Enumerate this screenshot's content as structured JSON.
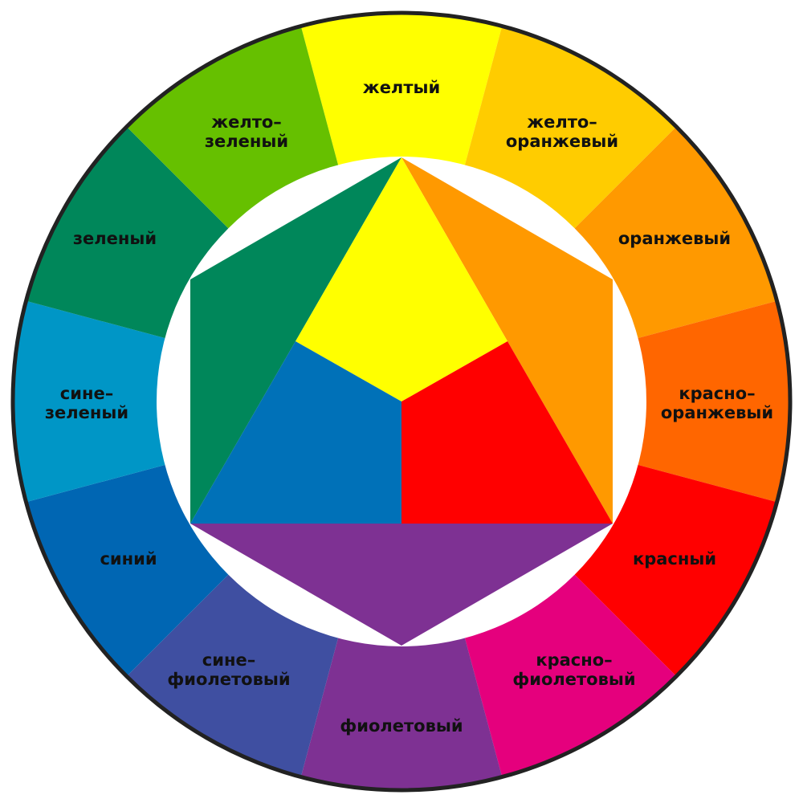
{
  "outer_ring": [
    {
      "lines": [
        "желтый"
      ],
      "color": "#ffff00"
    },
    {
      "lines": [
        "желто–",
        "оранжевый"
      ],
      "color": "#ffcc00"
    },
    {
      "lines": [
        "оранжевый"
      ],
      "color": "#ff9900"
    },
    {
      "lines": [
        "красно–",
        "оранжевый"
      ],
      "color": "#ff6600"
    },
    {
      "lines": [
        "красный"
      ],
      "color": "#ff0000"
    },
    {
      "lines": [
        "красно–",
        "фиолетовый"
      ],
      "color": "#e5007d"
    },
    {
      "lines": [
        "фиолетовый"
      ],
      "color": "#7e3193"
    },
    {
      "lines": [
        "сине–",
        "фиолетовый"
      ],
      "color": "#3f4fa1"
    },
    {
      "lines": [
        "синий"
      ],
      "color": "#0066b3"
    },
    {
      "lines": [
        "сине–",
        "зеленый"
      ],
      "color": "#0096c6"
    },
    {
      "lines": [
        "зеленый"
      ],
      "color": "#00875a"
    },
    {
      "lines": [
        "желто–",
        "зеленый"
      ],
      "color": "#66c000"
    }
  ],
  "center": {
    "triangles": [
      {
        "name": "yellow",
        "color": "#ffff00"
      },
      {
        "name": "red",
        "color": "#ff0000"
      },
      {
        "name": "blue",
        "color": "#0071b8"
      }
    ],
    "secondary": [
      {
        "name": "orange",
        "color": "#ff9900"
      },
      {
        "name": "violet",
        "color": "#7e3193"
      },
      {
        "name": "green",
        "color": "#00875a"
      }
    ]
  },
  "outline_color": "#222222",
  "background_color": "#ffffff"
}
